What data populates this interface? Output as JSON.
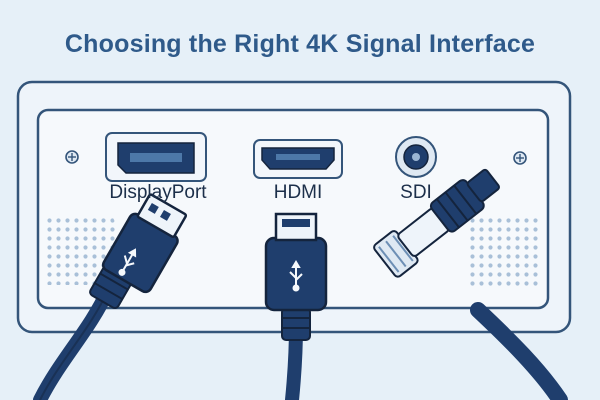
{
  "title": "Choosing the Right 4K Signal Interface",
  "ports": [
    {
      "label": "DisplayPort",
      "icon": "displayport-port-icon"
    },
    {
      "label": "HDMI",
      "icon": "hdmi-port-icon"
    },
    {
      "label": "SDI",
      "icon": "sdi-bnc-port-icon"
    }
  ],
  "cables": [
    {
      "icon": "displayport-cable-usb-symbol-icon"
    },
    {
      "icon": "hdmi-cable-usb-symbol-icon"
    },
    {
      "icon": "sdi-bnc-cable-icon"
    }
  ],
  "colors": {
    "background": "#e6f0f8",
    "title": "#2f5a8a",
    "panel_fill": "#eef4fa",
    "panel_stroke": "#34557a",
    "cable": "#1f3e6d",
    "outline": "#14243d",
    "label": "#1c2f4a"
  }
}
